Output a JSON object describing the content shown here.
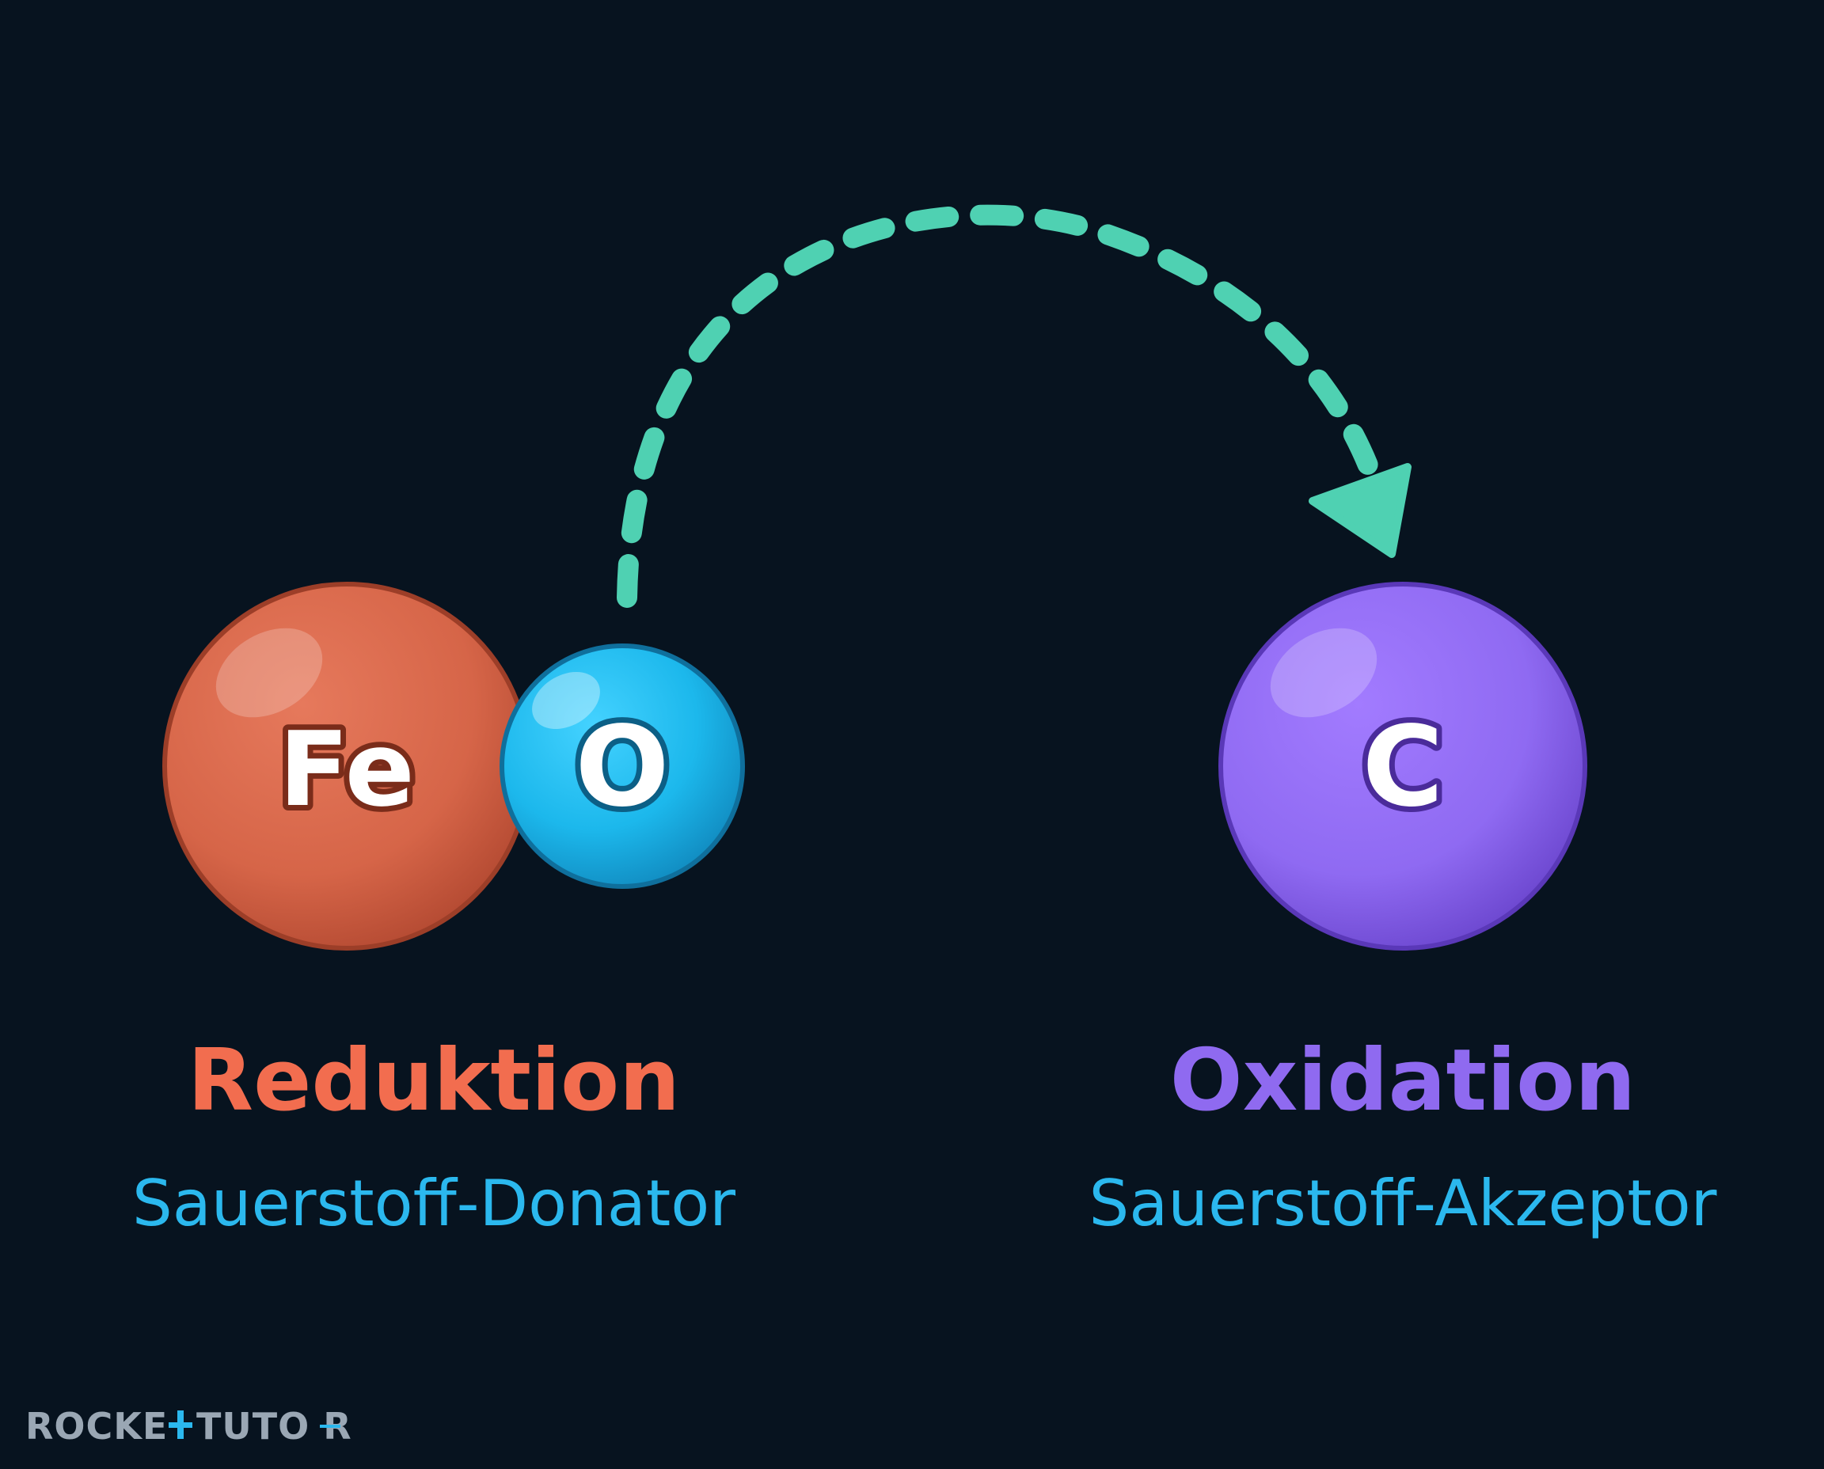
{
  "atoms": {
    "fe": {
      "symbol": "Fe",
      "color": "#d9674a"
    },
    "o": {
      "symbol": "O",
      "color": "#1fb7ea"
    },
    "c": {
      "symbol": "C",
      "color": "#8f6af0"
    }
  },
  "arrow": {
    "color": "#4fd1b2",
    "style": "dashed"
  },
  "left_label": {
    "title": "Reduktion",
    "title_color": "#f26d4f",
    "subtitle": "Sauerstoff-Donator",
    "subtitle_color": "#2bb8ee"
  },
  "right_label": {
    "title": "Oxidation",
    "title_color": "#8f6af0",
    "subtitle": "Sauerstoff-Akzeptor",
    "subtitle_color": "#2bb8ee"
  },
  "logo": {
    "text_left": "ROCKE",
    "text_right": "TUTO",
    "text_end": "R",
    "text_color": "#9aa7b4",
    "accent_color": "#2bb8ee"
  },
  "background_color": "#07131f"
}
